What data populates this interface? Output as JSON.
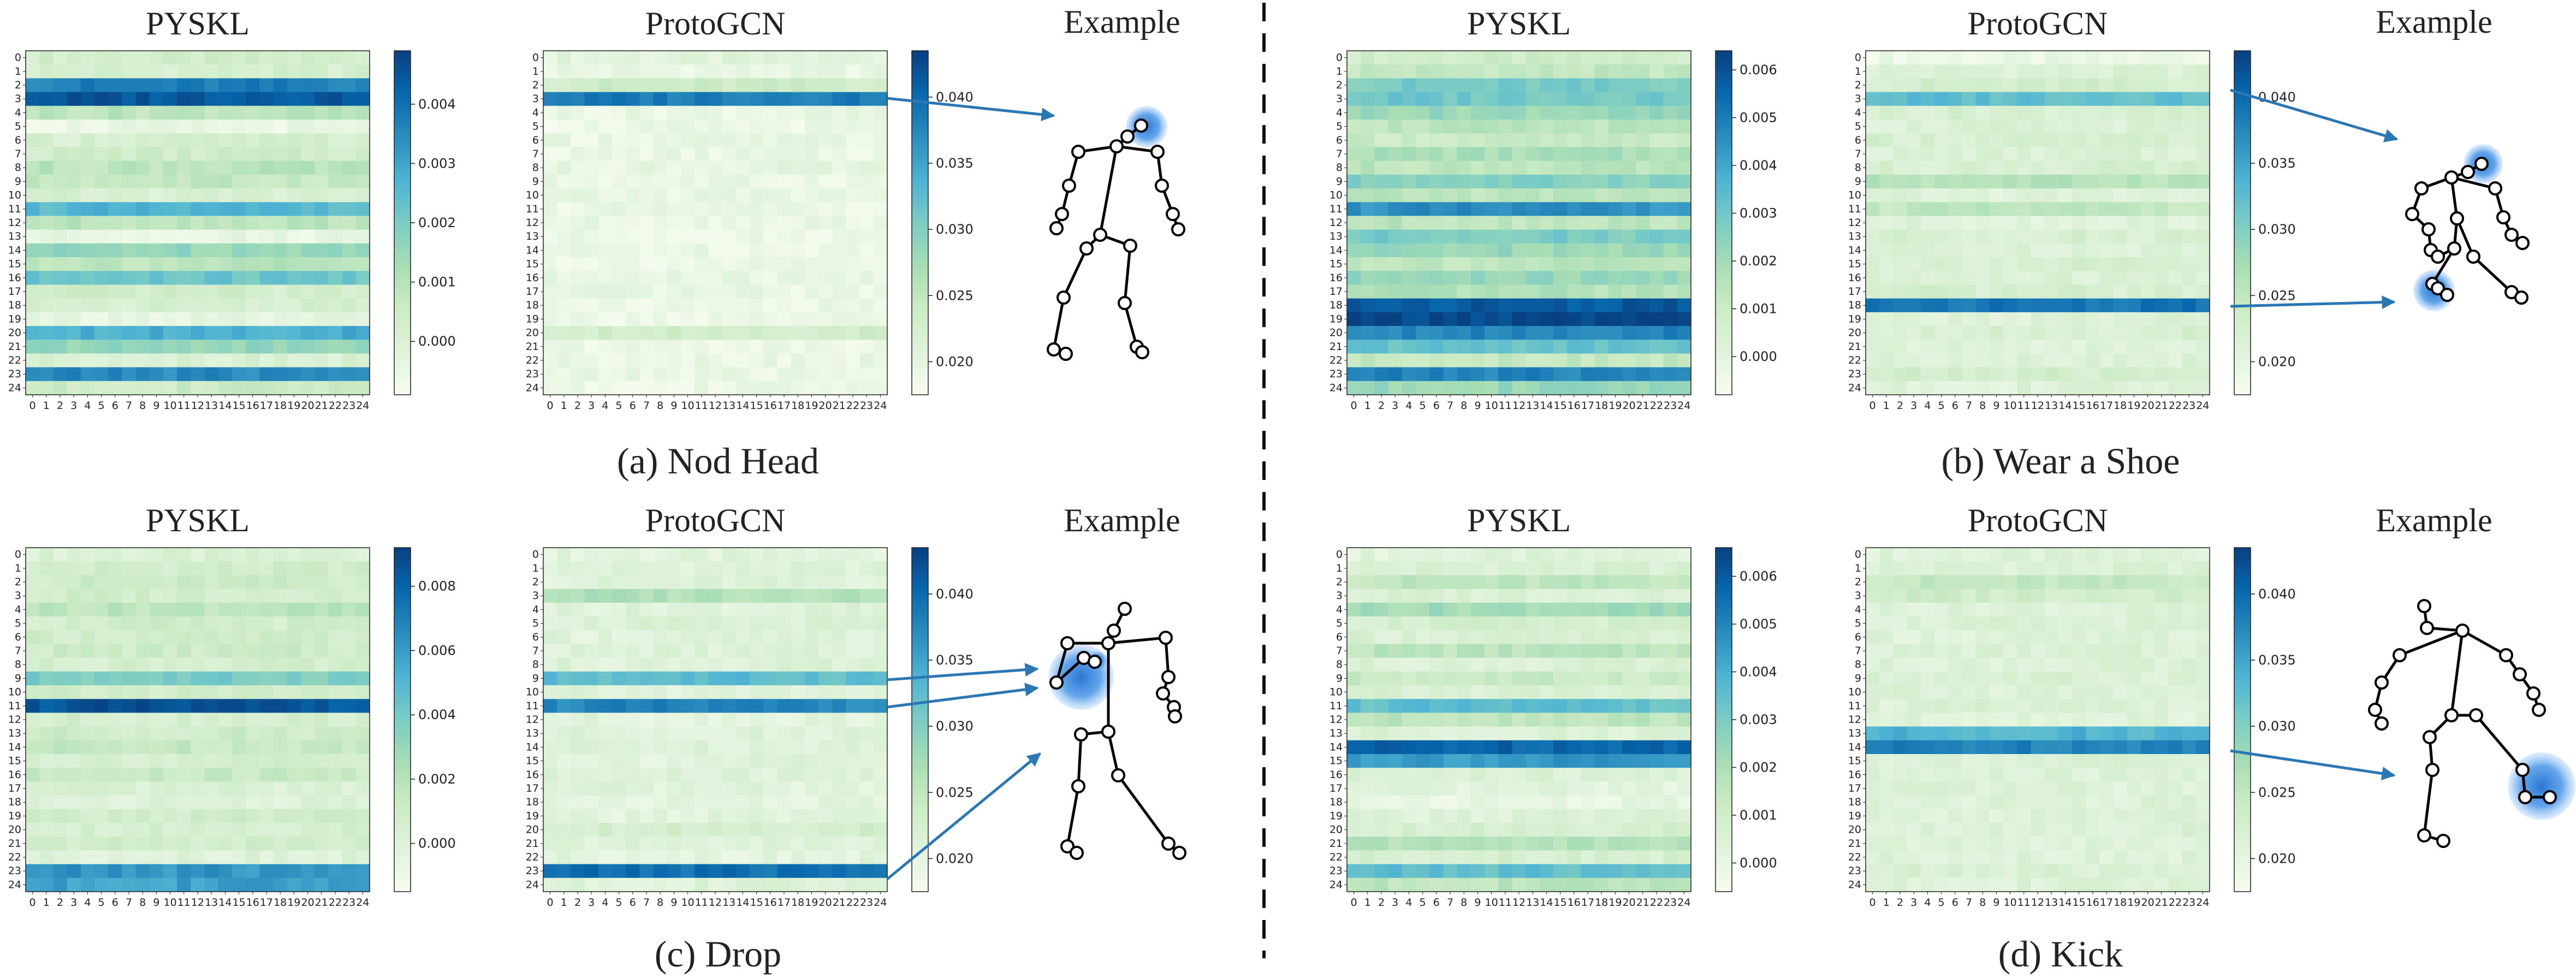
{
  "colormap": [
    "#f7fcf0",
    "#e0f3db",
    "#ccebc5",
    "#a8ddb5",
    "#7bccc4",
    "#4eb3d3",
    "#2b8cbe",
    "#0868ac",
    "#084081"
  ],
  "arrow_color": "#2a77b4",
  "chart_data": [
    {
      "type": "heatmap",
      "panel": "a",
      "column": "PYSKL",
      "title": "PYSKL",
      "size": 25,
      "vmin": -0.0009,
      "vmax": 0.0049,
      "cbar_ticks": [
        0.0,
        0.001,
        0.002,
        0.003,
        0.004
      ],
      "cbar_labels": [
        "0.000",
        "0.001",
        "0.002",
        "0.003",
        "0.004"
      ],
      "row_values": [
        0.0003,
        0.0002,
        0.0037,
        0.0045,
        0.0009,
        -0.0005,
        0.0002,
        0.0004,
        0.0009,
        0.0007,
        0.0001,
        0.0026,
        0.0009,
        -0.0004,
        0.0016,
        0.0009,
        0.0022,
        0.0003,
        0.0002,
        -0.0004,
        0.0028,
        0.0016,
        0.0001,
        0.0035,
        0.0005
      ]
    },
    {
      "type": "heatmap",
      "panel": "a",
      "column": "ProtoGCN",
      "title": "ProtoGCN",
      "size": 25,
      "vmin": 0.0175,
      "vmax": 0.0435,
      "cbar_ticks": [
        0.02,
        0.025,
        0.03,
        0.035,
        0.04
      ],
      "cbar_labels": [
        "0.020",
        "0.025",
        "0.030",
        "0.035",
        "0.040"
      ],
      "row_values": [
        0.0205,
        0.0195,
        0.0235,
        0.0385,
        0.0195,
        0.019,
        0.0195,
        0.0192,
        0.0198,
        0.0192,
        0.0195,
        0.0192,
        0.0195,
        0.019,
        0.0192,
        0.019,
        0.0195,
        0.0193,
        0.019,
        0.0188,
        0.0232,
        0.019,
        0.0195,
        0.0193,
        0.019
      ]
    },
    {
      "type": "heatmap",
      "panel": "b",
      "column": "PYSKL",
      "title": "PYSKL",
      "size": 25,
      "vmin": -0.0008,
      "vmax": 0.0064,
      "cbar_ticks": [
        0.0,
        0.001,
        0.002,
        0.003,
        0.004,
        0.005,
        0.006
      ],
      "cbar_labels": [
        "0.000",
        "0.001",
        "0.002",
        "0.003",
        "0.004",
        "0.005",
        "0.006"
      ],
      "row_values": [
        0.0008,
        0.0012,
        0.0028,
        0.003,
        0.0022,
        0.0014,
        0.001,
        0.0018,
        0.0014,
        0.0026,
        0.0014,
        0.0045,
        0.0014,
        0.0028,
        0.0022,
        0.0014,
        0.0022,
        0.0016,
        0.0058,
        0.0062,
        0.0048,
        0.0032,
        0.0012,
        0.0048,
        0.0022
      ]
    },
    {
      "type": "heatmap",
      "panel": "b",
      "column": "ProtoGCN",
      "title": "ProtoGCN",
      "size": 25,
      "vmin": 0.0175,
      "vmax": 0.0435,
      "cbar_ticks": [
        0.02,
        0.025,
        0.03,
        0.035,
        0.04
      ],
      "cbar_labels": [
        "0.020",
        "0.025",
        "0.030",
        "0.035",
        "0.040"
      ],
      "row_values": [
        0.019,
        0.0215,
        0.0228,
        0.0325,
        0.0222,
        0.0215,
        0.0222,
        0.0215,
        0.0222,
        0.026,
        0.021,
        0.025,
        0.021,
        0.0222,
        0.0215,
        0.0222,
        0.0215,
        0.0222,
        0.039,
        0.021,
        0.0222,
        0.021,
        0.0215,
        0.0228,
        0.021
      ]
    },
    {
      "type": "heatmap",
      "panel": "c",
      "column": "PYSKL",
      "title": "PYSKL",
      "size": 25,
      "vmin": -0.0015,
      "vmax": 0.0092,
      "cbar_ticks": [
        0.0,
        0.002,
        0.004,
        0.006,
        0.008
      ],
      "cbar_labels": [
        "0.000",
        "0.002",
        "0.004",
        "0.006",
        "0.008"
      ],
      "row_values": [
        0.0002,
        0.0008,
        0.001,
        0.0008,
        0.0018,
        0.0008,
        0.0008,
        0.001,
        0.0006,
        0.0038,
        0.0008,
        0.0085,
        0.0006,
        0.001,
        0.0014,
        0.0006,
        0.0012,
        0.0002,
        0.0,
        0.0008,
        0.0006,
        0.0008,
        0.0,
        0.0062,
        0.0058
      ]
    },
    {
      "type": "heatmap",
      "panel": "c",
      "column": "ProtoGCN",
      "title": "ProtoGCN",
      "size": 25,
      "vmin": 0.0175,
      "vmax": 0.0435,
      "cbar_ticks": [
        0.02,
        0.025,
        0.03,
        0.035,
        0.04
      ],
      "cbar_labels": [
        "0.020",
        "0.025",
        "0.030",
        "0.035",
        "0.040"
      ],
      "row_values": [
        0.0205,
        0.021,
        0.021,
        0.0265,
        0.021,
        0.0215,
        0.0208,
        0.021,
        0.021,
        0.0325,
        0.0208,
        0.0375,
        0.0205,
        0.021,
        0.0212,
        0.0208,
        0.021,
        0.0205,
        0.0202,
        0.0205,
        0.0228,
        0.021,
        0.0205,
        0.0395,
        0.021
      ]
    },
    {
      "type": "heatmap",
      "panel": "d",
      "column": "PYSKL",
      "title": "PYSKL",
      "size": 25,
      "vmin": -0.0006,
      "vmax": 0.0066,
      "cbar_ticks": [
        0.0,
        0.001,
        0.002,
        0.003,
        0.004,
        0.005,
        0.006
      ],
      "cbar_labels": [
        "0.000",
        "0.001",
        "0.002",
        "0.003",
        "0.004",
        "0.005",
        "0.006"
      ],
      "row_values": [
        0.0003,
        0.0006,
        0.0015,
        0.0006,
        0.0022,
        0.0008,
        0.0006,
        0.0016,
        0.0005,
        0.0012,
        0.0006,
        0.0035,
        0.0016,
        0.0005,
        0.0058,
        0.0045,
        0.0005,
        0.0002,
        0.0,
        0.0004,
        0.0008,
        0.0018,
        0.0008,
        0.0035,
        0.0016
      ]
    },
    {
      "type": "heatmap",
      "panel": "d",
      "column": "ProtoGCN",
      "title": "ProtoGCN",
      "size": 25,
      "vmin": 0.0175,
      "vmax": 0.0435,
      "cbar_ticks": [
        0.02,
        0.025,
        0.03,
        0.035,
        0.04
      ],
      "cbar_labels": [
        "0.020",
        "0.025",
        "0.030",
        "0.035",
        "0.040"
      ],
      "row_values": [
        0.021,
        0.0215,
        0.0245,
        0.0235,
        0.0212,
        0.0215,
        0.021,
        0.0215,
        0.0212,
        0.0218,
        0.0212,
        0.0215,
        0.021,
        0.0335,
        0.038,
        0.0215,
        0.0212,
        0.021,
        0.0212,
        0.021,
        0.0215,
        0.021,
        0.0212,
        0.0218,
        0.0212
      ]
    }
  ],
  "examples": {
    "title": "Example"
  },
  "captions": [
    "(a) Nod Head",
    "(b) Wear a Shoe",
    "(c) Drop",
    "(d) Kick"
  ]
}
